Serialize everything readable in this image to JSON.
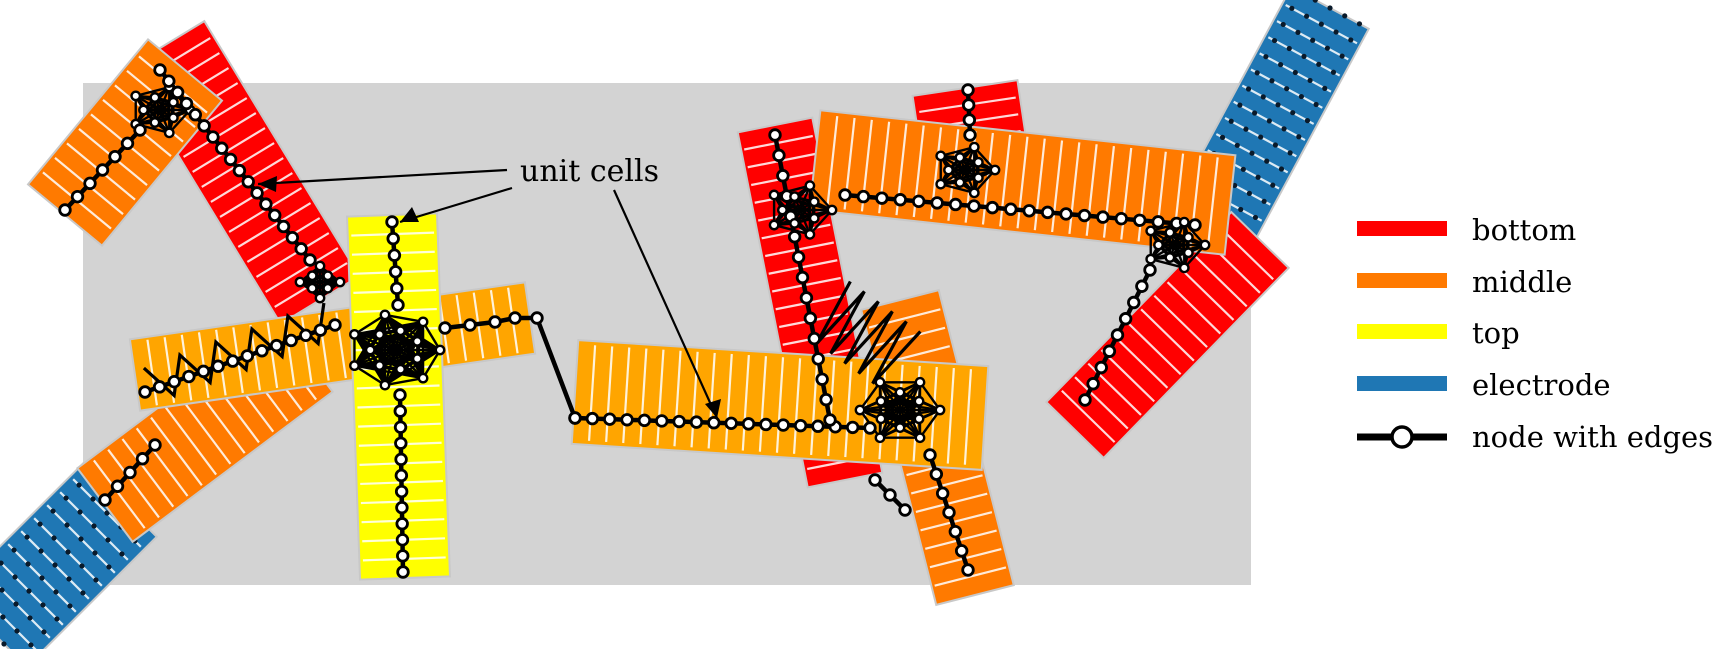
{
  "annotation": {
    "text": "unit cells"
  },
  "legend": [
    {
      "key": "bottom",
      "label": "bottom",
      "color": "#ff0000"
    },
    {
      "key": "middle",
      "label": "middle",
      "color": "#ff7a00"
    },
    {
      "key": "top",
      "label": "top",
      "color": "#ffff00"
    },
    {
      "key": "electrode",
      "label": "electrode",
      "color": "#1f77b4"
    },
    {
      "key": "node",
      "label": "node with edges",
      "color": "#000000"
    }
  ],
  "colors": {
    "substrate": "#d3d3d3",
    "bottom": "#ff0000",
    "middle": "#ff7a00",
    "middle_light": "#ffa500",
    "top": "#ffff00",
    "electrode": "#1f77b4",
    "node_fill": "#ffffff",
    "edge": "#000000"
  }
}
